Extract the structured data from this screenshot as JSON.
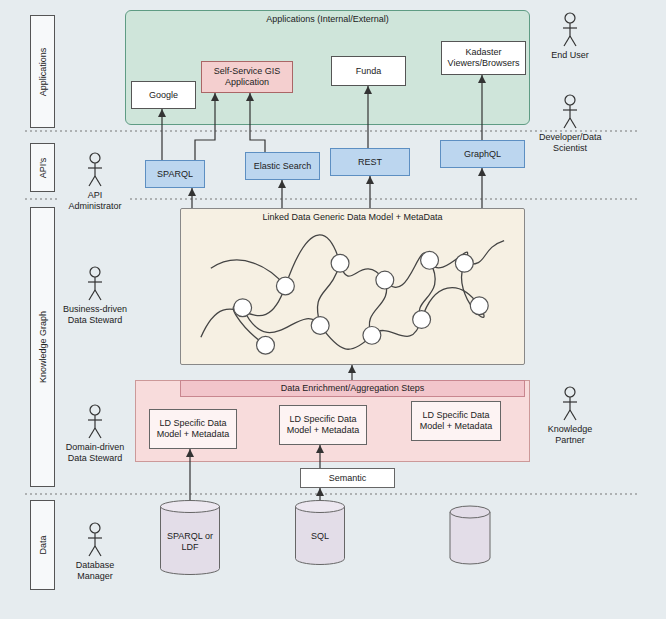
{
  "diagram": {
    "nodes": [
      {
        "text": [
          "Applications (Internal/External)"
        ]
      },
      {
        "text": [
          "Google"
        ],
        "in": 0
      },
      {
        "text": [
          "Self-Service GIS Application"
        ],
        "in": 0
      },
      {
        "text": [
          "Funda"
        ],
        "in": 0
      },
      {
        "text": [
          "Kadaster Viewers/Browsers"
        ],
        "in": 0
      },
      {
        "text": [
          "SPARQL"
        ]
      },
      {
        "text": [
          "Elastic Search"
        ]
      },
      {
        "text": [
          "REST"
        ]
      },
      {
        "text": [
          "GraphQL"
        ]
      },
      {
        "text": [
          "Linked Data Generic Data Model + MetaData"
        ]
      },
      {
        "text": [
          "Data Enrichment/Aggregation Steps"
        ]
      },
      {
        "text": [
          "LD Specific Data Model + Metadata"
        ],
        "in": 10
      },
      {
        "text": [
          "LD Specific Data Model + Metadata"
        ],
        "in": 10
      },
      {
        "text": [
          "LD Specific Data Model + Metadata"
        ],
        "in": 10
      },
      {
        "text": [
          "Semantic"
        ]
      },
      {
        "text": [
          "SPARQL or LDF"
        ]
      },
      {
        "text": [
          "SQL"
        ]
      },
      {
        "text": [
          "Applications"
        ]
      },
      {
        "text": [
          "API's"
        ]
      },
      {
        "text": [
          "Knowledge Graph"
        ]
      },
      {
        "text": [
          "Data"
        ]
      }
    ],
    "edges": [
      {
        "from": 5,
        "to": 1,
        "arrow": "to"
      },
      {
        "from": 5,
        "to": 2,
        "arrow": "to"
      },
      {
        "from": 6,
        "to": 2,
        "arrow": "to"
      },
      {
        "from": 7,
        "to": 3,
        "arrow": "to"
      },
      {
        "from": 8,
        "to": 4,
        "arrow": "to"
      },
      {
        "from": 9,
        "to": 5,
        "arrow": "to"
      },
      {
        "from": 9,
        "to": 6,
        "arrow": "to"
      },
      {
        "from": 9,
        "to": 7,
        "arrow": "to"
      },
      {
        "from": 9,
        "to": 8,
        "arrow": "to"
      },
      {
        "from": 10,
        "to": 9,
        "arrow": "to"
      },
      {
        "from": 15,
        "to": 11,
        "arrow": "to"
      },
      {
        "from": 16,
        "to": 14,
        "arrow": "to"
      },
      {
        "from": 14,
        "to": 12,
        "arrow": "to"
      }
    ],
    "labels": [
      "End User",
      "Developer/Data Scientist",
      "API Administrator",
      "Business-driven Data Steward",
      "Knowledge Partner",
      "Domain-driven Data Steward",
      "Database Manager"
    ]
  }
}
